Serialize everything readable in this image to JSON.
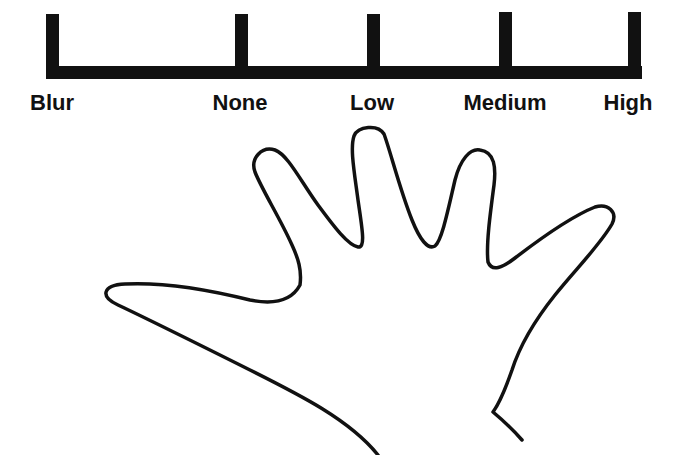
{
  "diagram": {
    "labels": [
      "Blur",
      "None",
      "Low",
      "Medium",
      "High"
    ]
  }
}
